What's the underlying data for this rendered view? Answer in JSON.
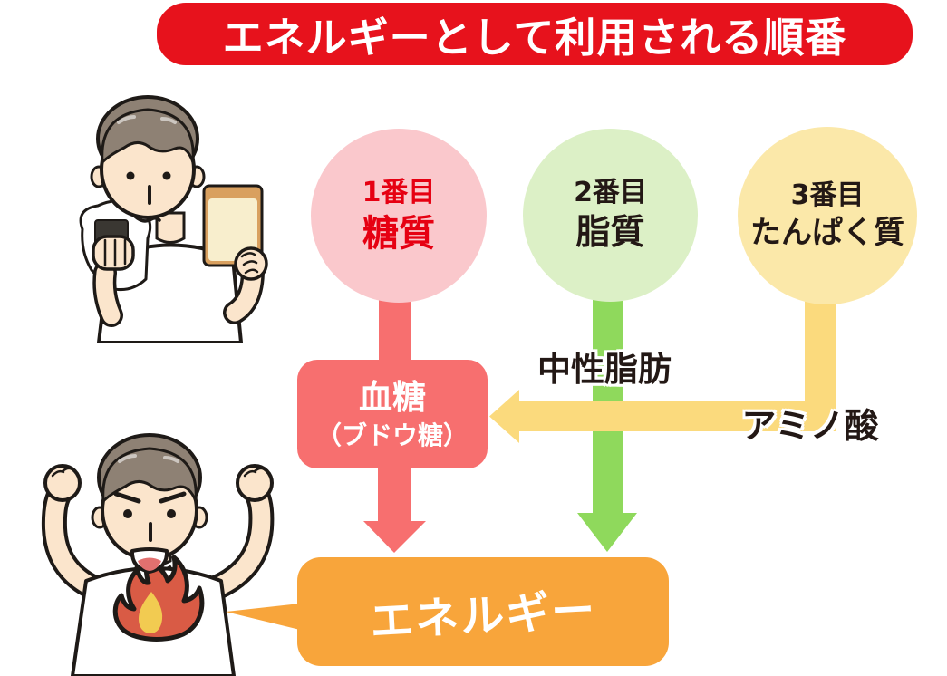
{
  "header": {
    "title": "エネルギーとして利用される順番"
  },
  "circles": [
    {
      "rank": "1番目",
      "name": "糖質"
    },
    {
      "rank": "2番目",
      "name": "脂質"
    },
    {
      "rank": "3番目",
      "name": "たんぱく質"
    }
  ],
  "boxes": {
    "blood_sugar_line1": "血糖",
    "blood_sugar_line2": "（ブドウ糖）",
    "energy": "エネルギー"
  },
  "flow_labels": {
    "from_fat": "中性脂肪",
    "from_protein": "アミノ酸"
  },
  "colors": {
    "banner_red": "#e7121c",
    "circle_pink": "#fac8cc",
    "text_red": "#e60012",
    "circle_green": "#dcf0c6",
    "circle_yellow": "#fbe8a9",
    "coral": "#f76f6f",
    "arrow_green": "#8fd95c",
    "arrow_yellow": "#fbda7d",
    "orange": "#f8a53b",
    "ink": "#231815",
    "outline": "#1e1a17",
    "skin": "#fbe5cc",
    "hair": "#8e8174",
    "flame_red": "#d95b45",
    "flame_yellow": "#f2cb51",
    "tongue": "#e2706f",
    "bread_crust": "#d9a05f",
    "bread_body": "#f8eecd",
    "seaweed": "#3a3732"
  }
}
